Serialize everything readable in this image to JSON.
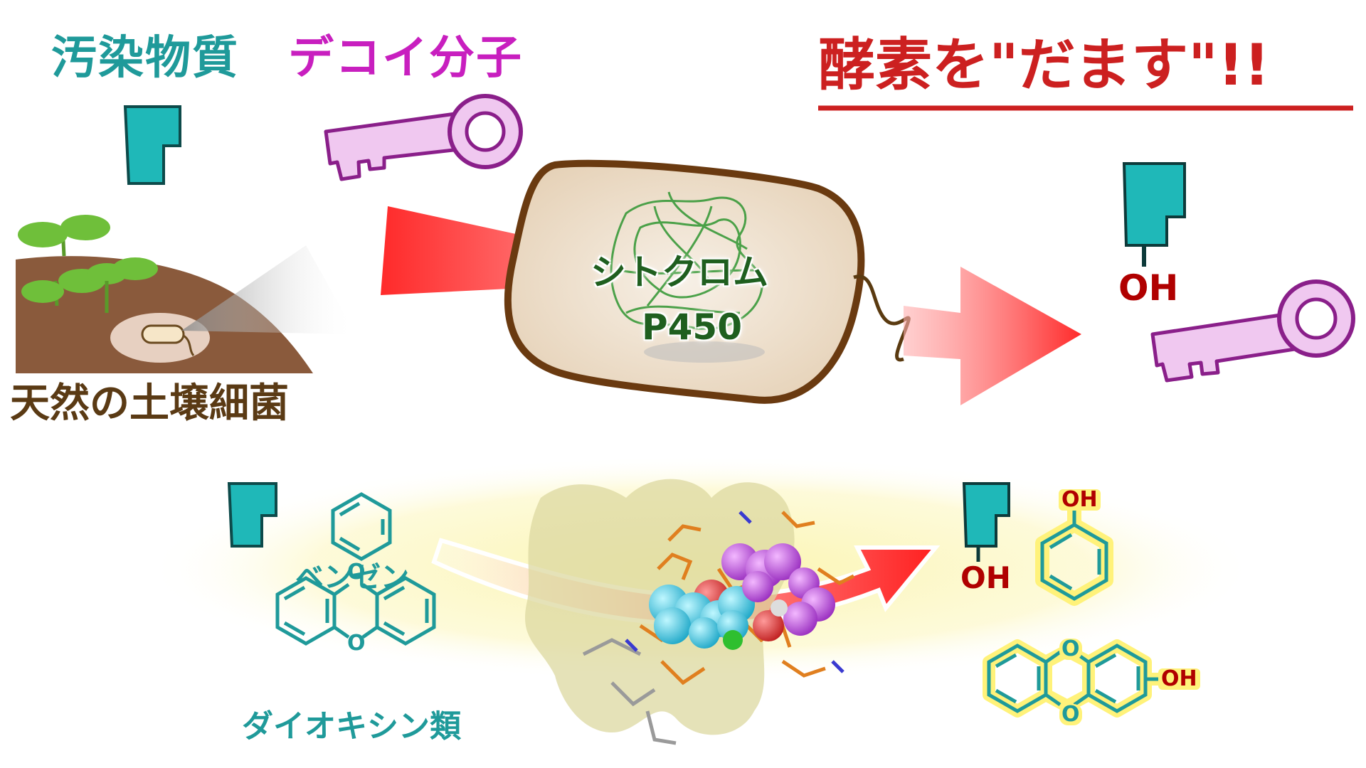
{
  "labels": {
    "pollutant": "汚染物質",
    "decoy": "デコイ分子",
    "headline": "酵素を\"だます\"!!",
    "soil_bacteria": "天然の土壌細菌",
    "enzyme_line1": "シトクロム",
    "enzyme_line2": "P450",
    "oh_main": "OH",
    "benzene": "ベンゼン",
    "dioxins": "ダイオキシン類",
    "oh_small": "OH",
    "phenol_oh": "OH",
    "dioxin_oh": "OH",
    "oxygen_top": "O",
    "oxygen_bottom": "O",
    "product_oxygen_top": "O",
    "product_oxygen_bottom": "O"
  },
  "colors": {
    "teal": "#1f9a9a",
    "magenta": "#c81fbf",
    "red": "#cc2020",
    "brown": "#5a3a14",
    "enzyme_text": "#1f5f1f",
    "dark_red": "#b00000",
    "key_fill": "#f0c8f0",
    "key_stroke": "#8a1f8a",
    "block_fill": "#1fb8b8"
  }
}
